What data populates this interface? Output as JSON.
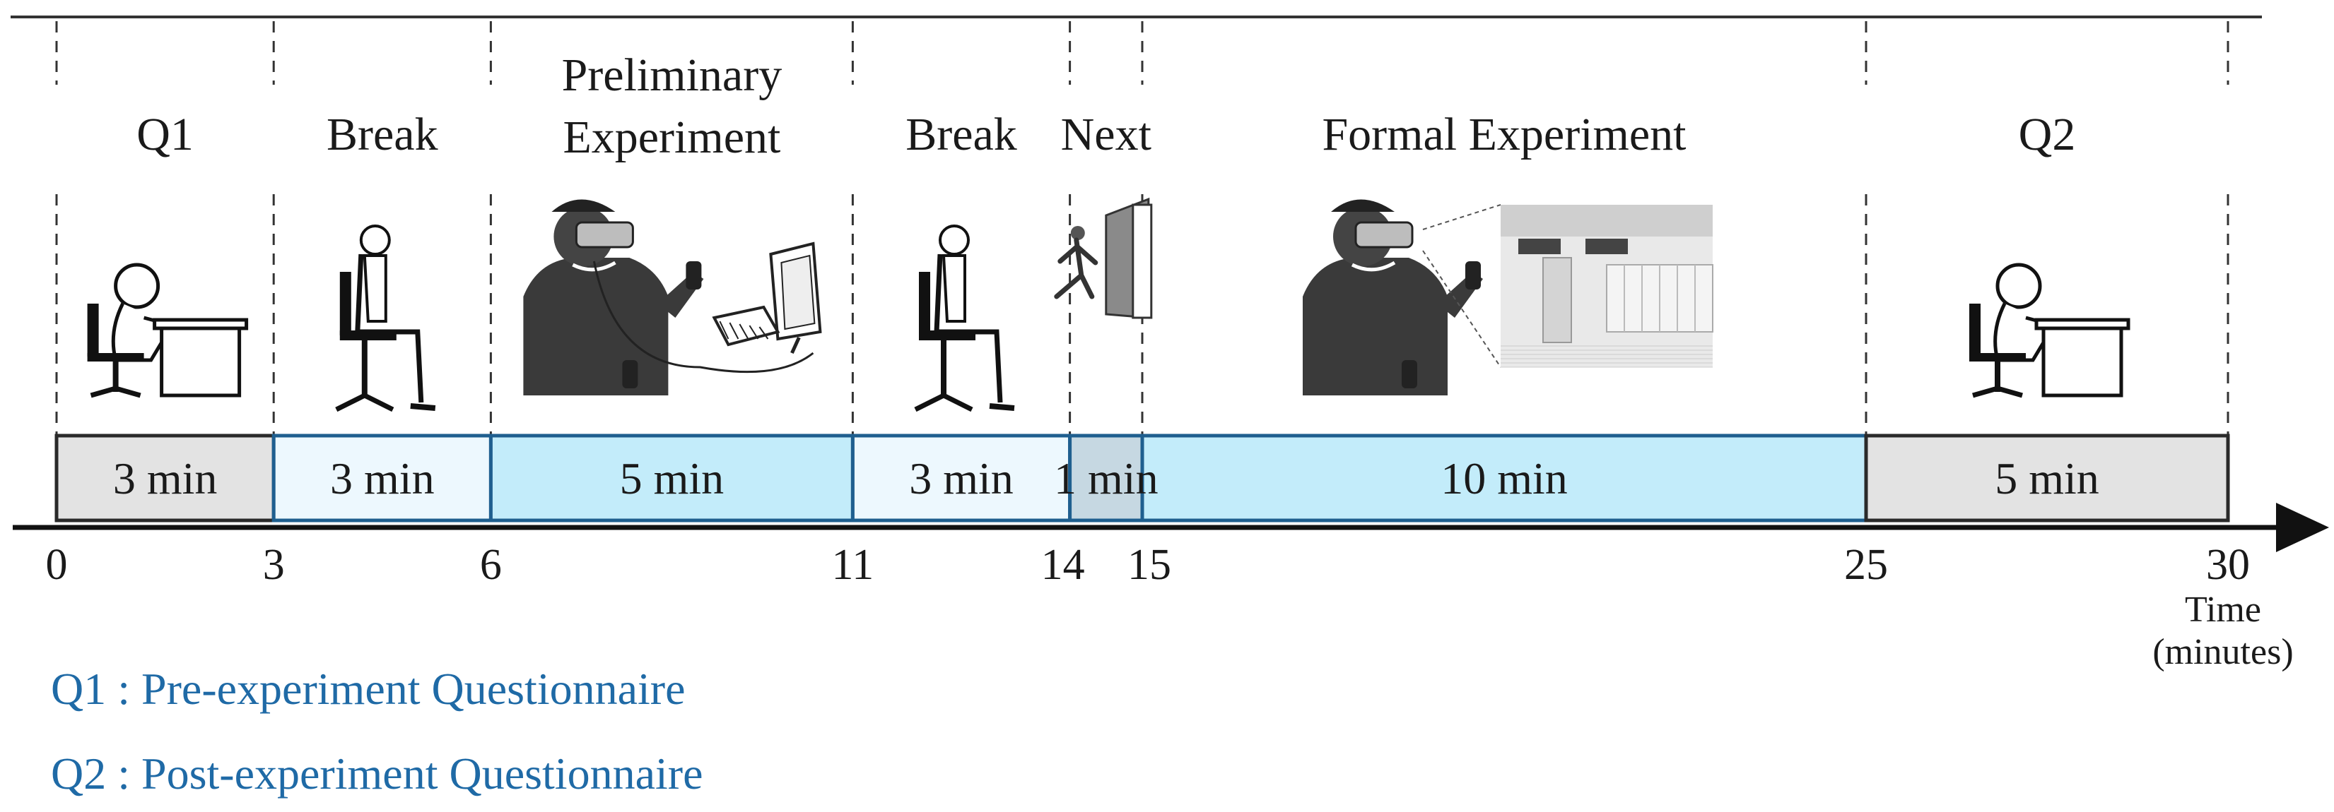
{
  "phases": [
    {
      "label_lines": [
        "Q1"
      ],
      "duration": "3 min",
      "start": 0,
      "end": 3,
      "fill": "#e3e3e3",
      "illustration": "person-writing-at-desk-icon"
    },
    {
      "label_lines": [
        "Break"
      ],
      "duration": "3 min",
      "start": 3,
      "end": 6,
      "fill": "#edf8fe",
      "illustration": "person-sitting-on-chair-icon"
    },
    {
      "label_lines": [
        "Preliminary",
        "Experiment"
      ],
      "duration": "5 min",
      "start": 6,
      "end": 11,
      "fill": "#c3ecfa",
      "illustration": "vr-user-with-computer-icon"
    },
    {
      "label_lines": [
        "Break"
      ],
      "duration": "3 min",
      "start": 11,
      "end": 14,
      "fill": "#edf8fe",
      "illustration": "person-sitting-on-chair-icon"
    },
    {
      "label_lines": [
        "Next"
      ],
      "duration": "1 min",
      "start": 14,
      "end": 15,
      "fill": "#c6d8e2",
      "illustration": "person-walking-through-door-icon"
    },
    {
      "label_lines": [
        "Formal Experiment"
      ],
      "duration": "10 min",
      "start": 15,
      "end": 25,
      "fill": "#c3ecfa",
      "illustration": "vr-user-with-station-scene-icon"
    },
    {
      "label_lines": [
        "Q2"
      ],
      "duration": "5 min",
      "start": 25,
      "end": 30,
      "fill": "#e3e3e3",
      "illustration": "person-writing-at-desk-icon"
    }
  ],
  "axis": {
    "ticks": [
      "0",
      "3",
      "6",
      "11",
      "14",
      "15",
      "25",
      "30"
    ],
    "tick_values": [
      0,
      3,
      6,
      11,
      14,
      15,
      25,
      30
    ],
    "label_lines": [
      "Time",
      "(minutes)"
    ]
  },
  "legend": [
    "Q1 : Pre-experiment Questionnaire",
    "Q2 : Post-experiment Questionnaire"
  ],
  "colors": {
    "box_border": "#1f5f8f",
    "legend_text": "#1f6aa6",
    "text": "#1a1a1a"
  }
}
